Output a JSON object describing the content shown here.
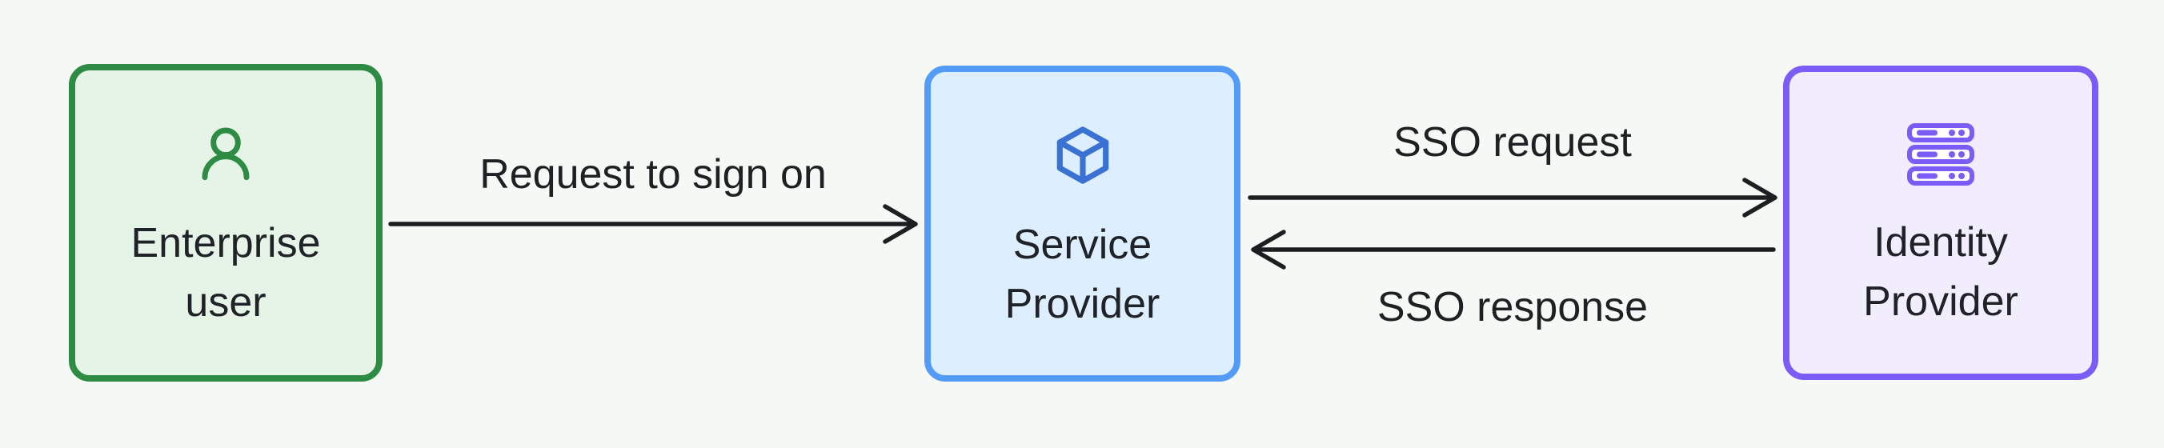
{
  "diagram": {
    "type": "flow-diagram",
    "topic": "SSO sign-on flow",
    "nodes": [
      {
        "id": "enterprise-user",
        "label": "Enterprise user",
        "icon": "user-icon",
        "fill": "#e6f4e7",
        "border": "#2e8b44",
        "icon_color": "#2e8b44"
      },
      {
        "id": "service-provider",
        "label": "Service Provider",
        "icon": "cube-icon",
        "fill": "#ddeefe",
        "border": "#549bf8",
        "icon_color": "#3a72d4"
      },
      {
        "id": "identity-provider",
        "label": "Identity Provider",
        "icon": "server-stack-icon",
        "fill": "#f2edfc",
        "border": "#7c5cf6",
        "icon_color": "#7c5cf6"
      }
    ],
    "edges": [
      {
        "from": "enterprise-user",
        "to": "service-provider",
        "label": "Request to sign on",
        "direction": "right"
      },
      {
        "from": "service-provider",
        "to": "identity-provider",
        "label": "SSO request",
        "direction": "right"
      },
      {
        "from": "identity-provider",
        "to": "service-provider",
        "label": "SSO response",
        "direction": "left"
      }
    ],
    "palette": {
      "background": "#f6f8f6",
      "arrow": "#1c1f21",
      "text": "#1f2328"
    }
  }
}
